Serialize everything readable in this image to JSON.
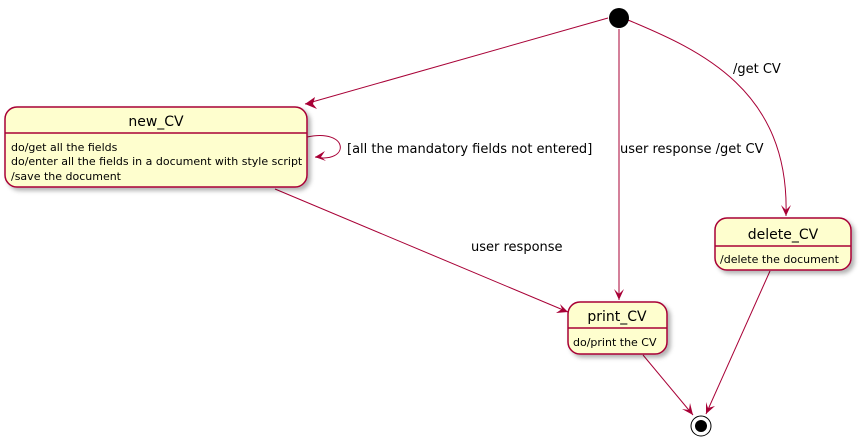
{
  "colors": {
    "state_fill": "#FEFECE",
    "border": "#A80036",
    "node": "#000000",
    "background": "#FFFFFF"
  },
  "states": {
    "new_cv": {
      "name": "new_CV",
      "actions": [
        "do/get all the fields",
        "do/enter all the fields in a document with style script",
        "/save the document"
      ]
    },
    "delete_cv": {
      "name": "delete_CV",
      "actions": [
        "/delete the document"
      ]
    },
    "print_cv": {
      "name": "print_CV",
      "actions": [
        "do/print the CV"
      ]
    }
  },
  "transitions": {
    "start_to_delete": "/get CV",
    "start_to_print": "user response /get CV",
    "new_self_loop": "[all the mandatory fields not entered]",
    "new_to_print": "user response"
  }
}
